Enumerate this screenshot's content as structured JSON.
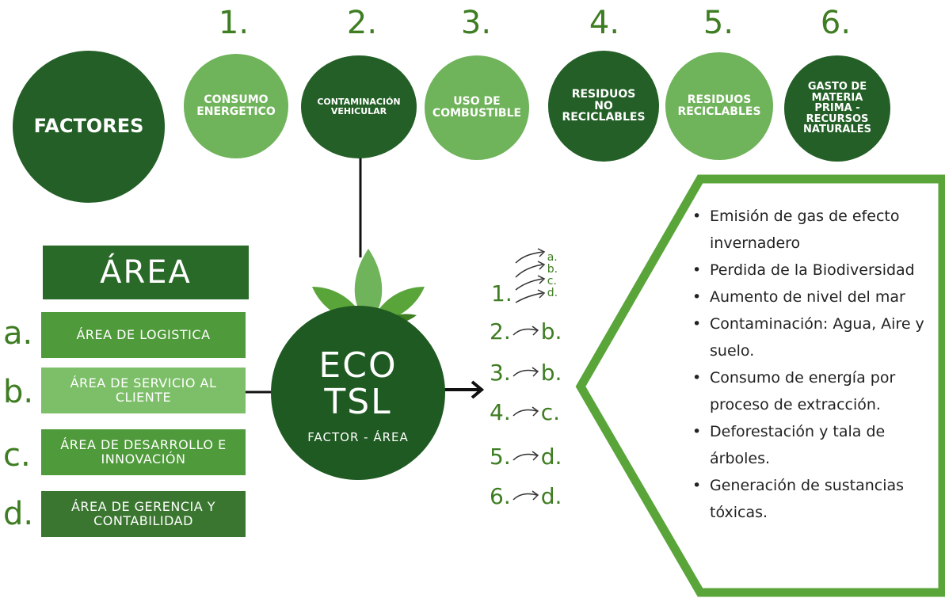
{
  "factors": {
    "main_label": "FACTORES",
    "items": [
      {
        "number": "1.",
        "label": "CONSUMO ENERGETICO"
      },
      {
        "number": "2.",
        "label": "CONTAMINACIÓN VEHICULAR"
      },
      {
        "number": "3.",
        "label": "USO DE COMBUSTIBLE"
      },
      {
        "number": "4.",
        "label": "RESIDUOS NO RECICLABLES"
      },
      {
        "number": "5.",
        "label": "RESIDUOS RECICLABLES"
      },
      {
        "number": "6.",
        "label": "GASTO DE MATERIA PRIMA - RECURSOS NATURALES"
      }
    ]
  },
  "areas": {
    "title": "ÁREA",
    "items": [
      {
        "letter": "a.",
        "label": "ÁREA DE LOGISTICA"
      },
      {
        "letter": "b.",
        "label": "ÁREA DE SERVICIO AL CLIENTE"
      },
      {
        "letter": "c.",
        "label": "ÁREA DE DESARROLLO E INNOVACIÓN"
      },
      {
        "letter": "d.",
        "label": "ÁREA DE GERENCIA Y CONTABILIDAD"
      }
    ]
  },
  "center": {
    "line1": "ECO",
    "line2": "TSL",
    "subtitle": "FACTOR - ÁREA"
  },
  "mapping": {
    "first_number": "1.",
    "first_letters": [
      "a.",
      "b.",
      "c.",
      "d."
    ],
    "rows": [
      {
        "number": "2.",
        "letter": "b."
      },
      {
        "number": "3.",
        "letter": "b."
      },
      {
        "number": "4.",
        "letter": "c."
      },
      {
        "number": "5.",
        "letter": "d."
      },
      {
        "number": "6.",
        "letter": "d."
      }
    ]
  },
  "impacts": [
    "Emisión de gas de efecto invernadero",
    "Perdida de la Biodiversidad",
    "Aumento de nivel del mar",
    "Contaminación: Agua, Aire y suelo.",
    "Consumo de energía por proceso de extracción.",
    "Deforestación y tala de árboles.",
    "Generación de sustancias tóxicas."
  ],
  "colors": {
    "dark_green": "#235f26",
    "light_green": "#6fb35a",
    "text_green": "#3e7d22",
    "frame_green": "#5aa53a"
  }
}
